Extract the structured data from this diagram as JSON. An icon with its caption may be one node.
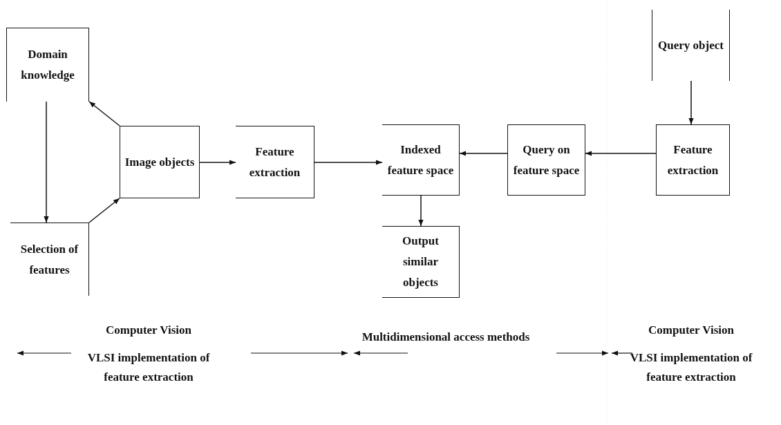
{
  "diagram": {
    "nodes": [
      {
        "text": [
          "Domain knowledge"
        ]
      },
      {
        "text": [
          "Selection of features"
        ]
      },
      {
        "text": [
          "Image objects"
        ]
      },
      {
        "text": [
          "Feature extraction"
        ]
      },
      {
        "text": [
          "Indexed feature space"
        ]
      },
      {
        "text": [
          "Output similar objects"
        ]
      },
      {
        "text": [
          "Query on feature space"
        ]
      },
      {
        "text": [
          "Query object"
        ]
      },
      {
        "text": [
          "Feature extraction"
        ]
      }
    ],
    "edges": [
      {
        "from": 2,
        "to": 0,
        "arrow": "to"
      },
      {
        "from": 0,
        "to": 1,
        "arrow": "to"
      },
      {
        "from": 1,
        "to": 2,
        "arrow": "to"
      },
      {
        "from": 2,
        "to": 3,
        "arrow": "to"
      },
      {
        "from": 3,
        "to": 4,
        "arrow": "to"
      },
      {
        "from": 4,
        "to": 5,
        "arrow": "to"
      },
      {
        "from": 6,
        "to": 4,
        "arrow": "to"
      },
      {
        "from": 8,
        "to": 6,
        "arrow": "to"
      },
      {
        "from": 7,
        "to": 8,
        "arrow": "to"
      }
    ],
    "labels": [
      "Computer Vision",
      "VLSI implementation of feature extraction",
      "Multidimensional access methods",
      "Computer Vision",
      "VLSI implementation of feature extraction"
    ]
  }
}
